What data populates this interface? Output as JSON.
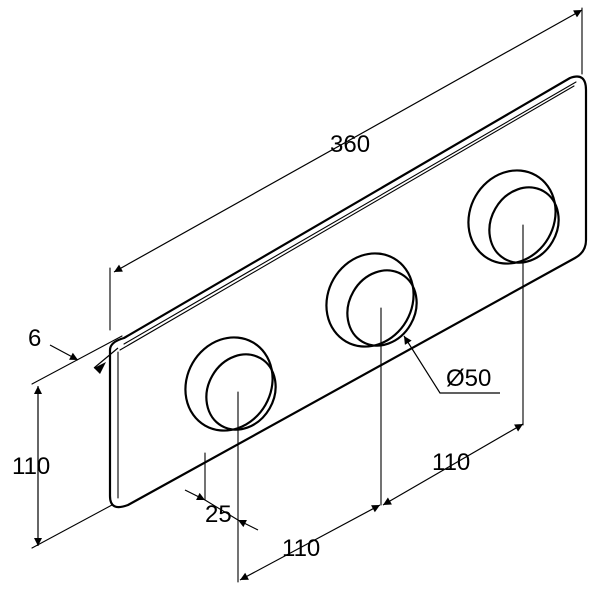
{
  "drawing": {
    "dimensions": {
      "length": "360",
      "thickness": "6",
      "height": "110",
      "diameter": "Ø50",
      "knob_depth": "25",
      "spacing_left": "110",
      "spacing_right": "110"
    }
  }
}
